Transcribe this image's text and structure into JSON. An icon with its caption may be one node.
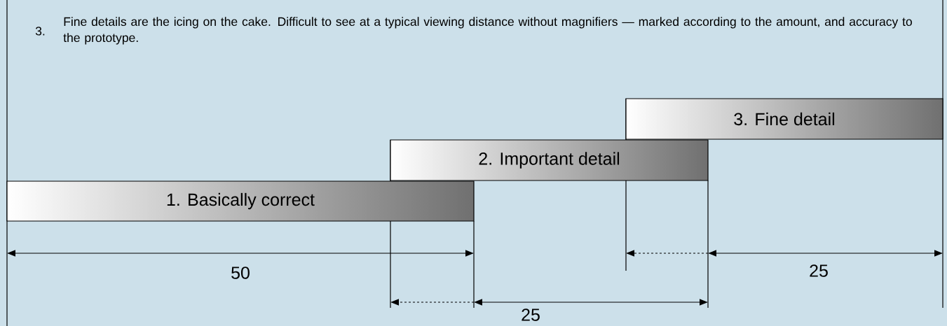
{
  "diagram": {
    "nodes": [
      {
        "text": [
          "1. Basically correct"
        ]
      },
      {
        "text": [
          "2. Important  detail"
        ]
      },
      {
        "text": [
          "3. Fine detail"
        ]
      }
    ],
    "labels": [
      "3.",
      "Fine details are the icing on the cake. Difficult to see at a typical viewing distance without magnifiers — marked according to the amount, and accuracy to the prototype.",
      "50",
      "25",
      "25"
    ]
  }
}
